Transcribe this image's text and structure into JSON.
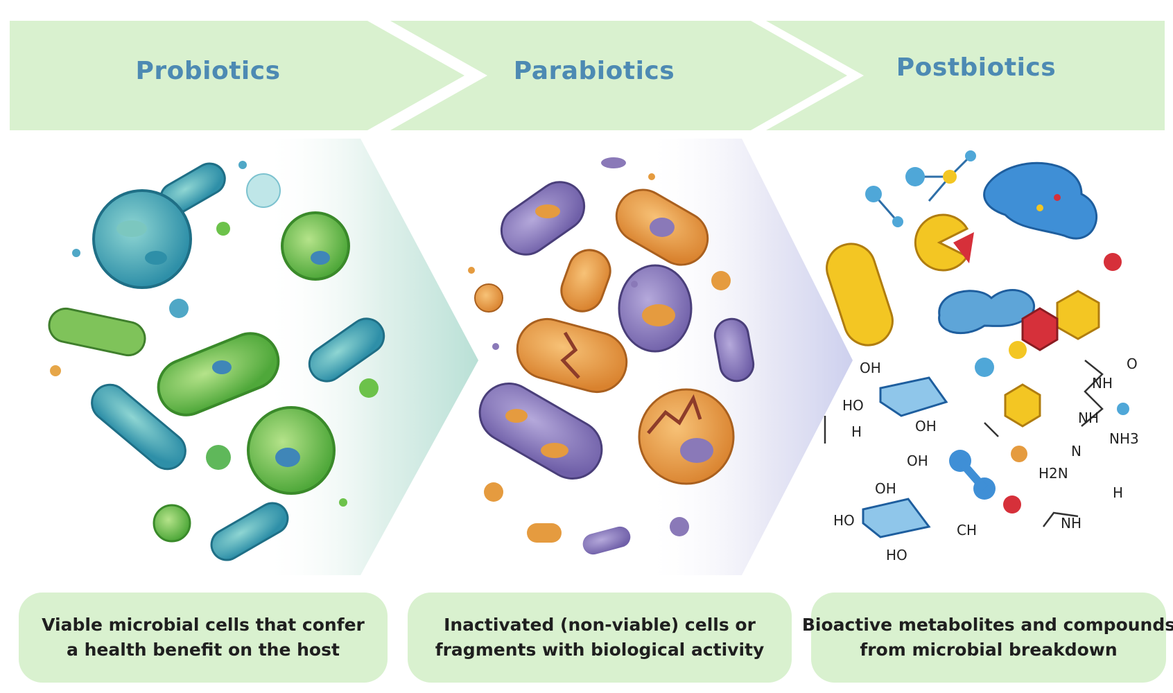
{
  "stages": [
    {
      "title": "Probiotics",
      "illustration_icon": "live-bacteria-icon",
      "description_lines": [
        "Viable microbial cells that confer",
        "a health benefit on the host"
      ]
    },
    {
      "title": "Parabiotics",
      "illustration_icon": "inactivated-cells-icon",
      "description_lines": [
        "Inactivated (non-viable) cells or",
        "fragments with biological activity"
      ]
    },
    {
      "title": "Postbiotics",
      "illustration_icon": "metabolites-molecules-icon",
      "description_lines": [
        "Bioactive metabolites and compounds",
        "from microbial breakdown"
      ]
    }
  ],
  "molecule_labels": [
    "OH",
    "HO",
    "OH",
    "H",
    "OH",
    "OH",
    "HO",
    "HO",
    "CH",
    "NH",
    "NH",
    "NH3",
    "N",
    "H2N",
    "H",
    "NH",
    "O"
  ],
  "colors": {
    "banner_fill": "#d9f1cf",
    "title_text": "#4d8ab3",
    "description_box": "#d9f1cf",
    "description_text": "#1f1f1f",
    "probiotic_green": "#6cc24a",
    "probiotic_teal": "#3aa6b0",
    "parabiotic_purple": "#8a79b8",
    "parabiotic_orange": "#e59b3f",
    "postbiotic_blue": "#3f8fd6",
    "postbiotic_yellow": "#f3c623",
    "postbiotic_red": "#d6303a"
  }
}
